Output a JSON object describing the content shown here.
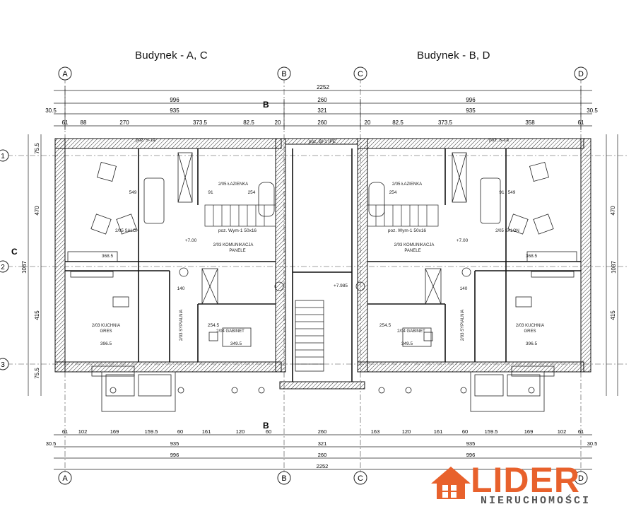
{
  "titles": {
    "left": "Budynek - A, C",
    "right": "Budynek - B, D"
  },
  "axes": {
    "top": [
      "A",
      "B",
      "C",
      "D"
    ],
    "left": [
      "1",
      "2",
      "3"
    ],
    "section": [
      "C",
      "B"
    ]
  },
  "dims_top": {
    "row1_total": "2252",
    "row2": [
      "996",
      "260",
      "996"
    ],
    "row3": [
      "30.5",
      "935",
      "321",
      "935",
      "30.5"
    ],
    "row4": [
      "61",
      "88",
      "270",
      "373.5",
      "82.5",
      "20",
      "260",
      "20",
      "82.5",
      "373.5",
      "358",
      "61"
    ]
  },
  "dims_bottom": {
    "row1": [
      "61",
      "102",
      "169",
      "159.5",
      "60",
      "161",
      "120",
      "60",
      "260",
      "163",
      "120",
      "161",
      "60",
      "159.5",
      "169",
      "102",
      "61"
    ],
    "row2": [
      "30.5",
      "935",
      "321",
      "935",
      "30.5"
    ],
    "row3": [
      "996",
      "260",
      "996"
    ],
    "row4_total": "2252"
  },
  "dims_side": [
    "75.5",
    "470",
    "1087",
    "415",
    "75.5"
  ],
  "rooms": {
    "salon": "2/05 SALON",
    "lazienka": "2/05 ŁAZIENKA",
    "komunikacja": "2/03 KOMUNIKACJA",
    "kuchnia": "2/03 KUCHNIA",
    "gabinet": "2/04 GABINET",
    "sypialnia": "2/03 SYPIALNIA",
    "panele": "PANELE",
    "gres": "GRES"
  },
  "notes": {
    "level_plus": "+7.00",
    "level_plus2": "+7.985",
    "stair": "poz. Wym-1 50x16",
    "ipe": "poz. BI-1 IPE",
    "window": "poz. S-1a",
    "dims_inner": [
      "549",
      "254",
      "91",
      "140",
      "396.5",
      "349.5",
      "254.5",
      "368.5"
    ]
  },
  "logo": {
    "word": "LIDER",
    "sub": "NIERUCHOMOŚCI",
    "color": "#e8612c"
  }
}
